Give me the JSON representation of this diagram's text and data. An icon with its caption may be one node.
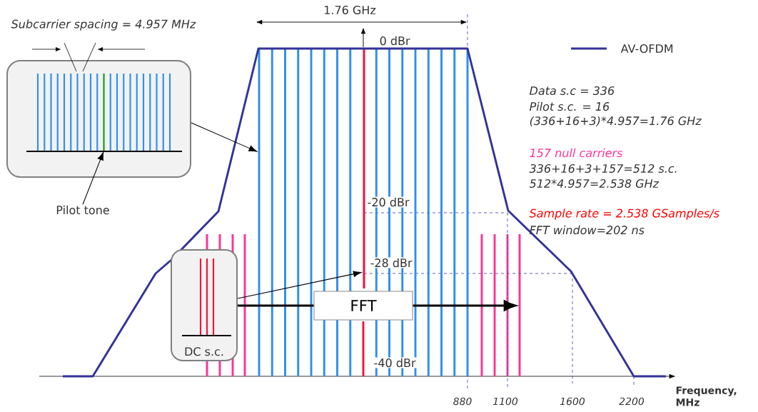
{
  "diagram": {
    "nodes": [
      {
        "text": [],
        "shape": "box"
      },
      {
        "text": [
          "Pilot tone"
        ]
      },
      {
        "text": [],
        "shape": "bar",
        "in": 0
      },
      {
        "text": [],
        "shape": "picture"
      },
      {
        "text": [
          "DC s.c."
        ]
      },
      {
        "text": [
          "FFT"
        ],
        "in": 3
      },
      {
        "text": [],
        "shape": "bar",
        "in": 3
      }
    ],
    "edges": [
      {
        "from": 0,
        "to": 3,
        "arrow": "to"
      },
      {
        "from": 1,
        "to": 2,
        "arrow": "to"
      },
      {
        "from": 4,
        "to": 6,
        "arrow": "to"
      },
      {
        "from": 4,
        "to": 5,
        "arrow": "none",
        "style": "thick"
      },
      {
        "from": 5,
        "to": null,
        "arrow": "to",
        "style": "thick"
      }
    ],
    "labels": [
      "Subcarrier spacing = 4.957 MHz",
      "1.76 GHz",
      "0 dBr",
      "Data s.c = 336",
      "Pilot s.c. = 16",
      "(336+16+3)*4.957=1.76 GHz",
      "157 null carriers",
      "336+16+3+157=512 s.c.",
      "512*4.957=2.538 GHz",
      "-20 dBr",
      "Sample rate = 2.538 GSamples/s",
      "FFT window=202 ns",
      "-28 dBr",
      "-40 dBr",
      "880",
      "1100",
      "1600",
      "2200",
      "Frequency, MHz"
    ],
    "legend": [
      {
        "text": "AV-OFDM"
      }
    ]
  }
}
